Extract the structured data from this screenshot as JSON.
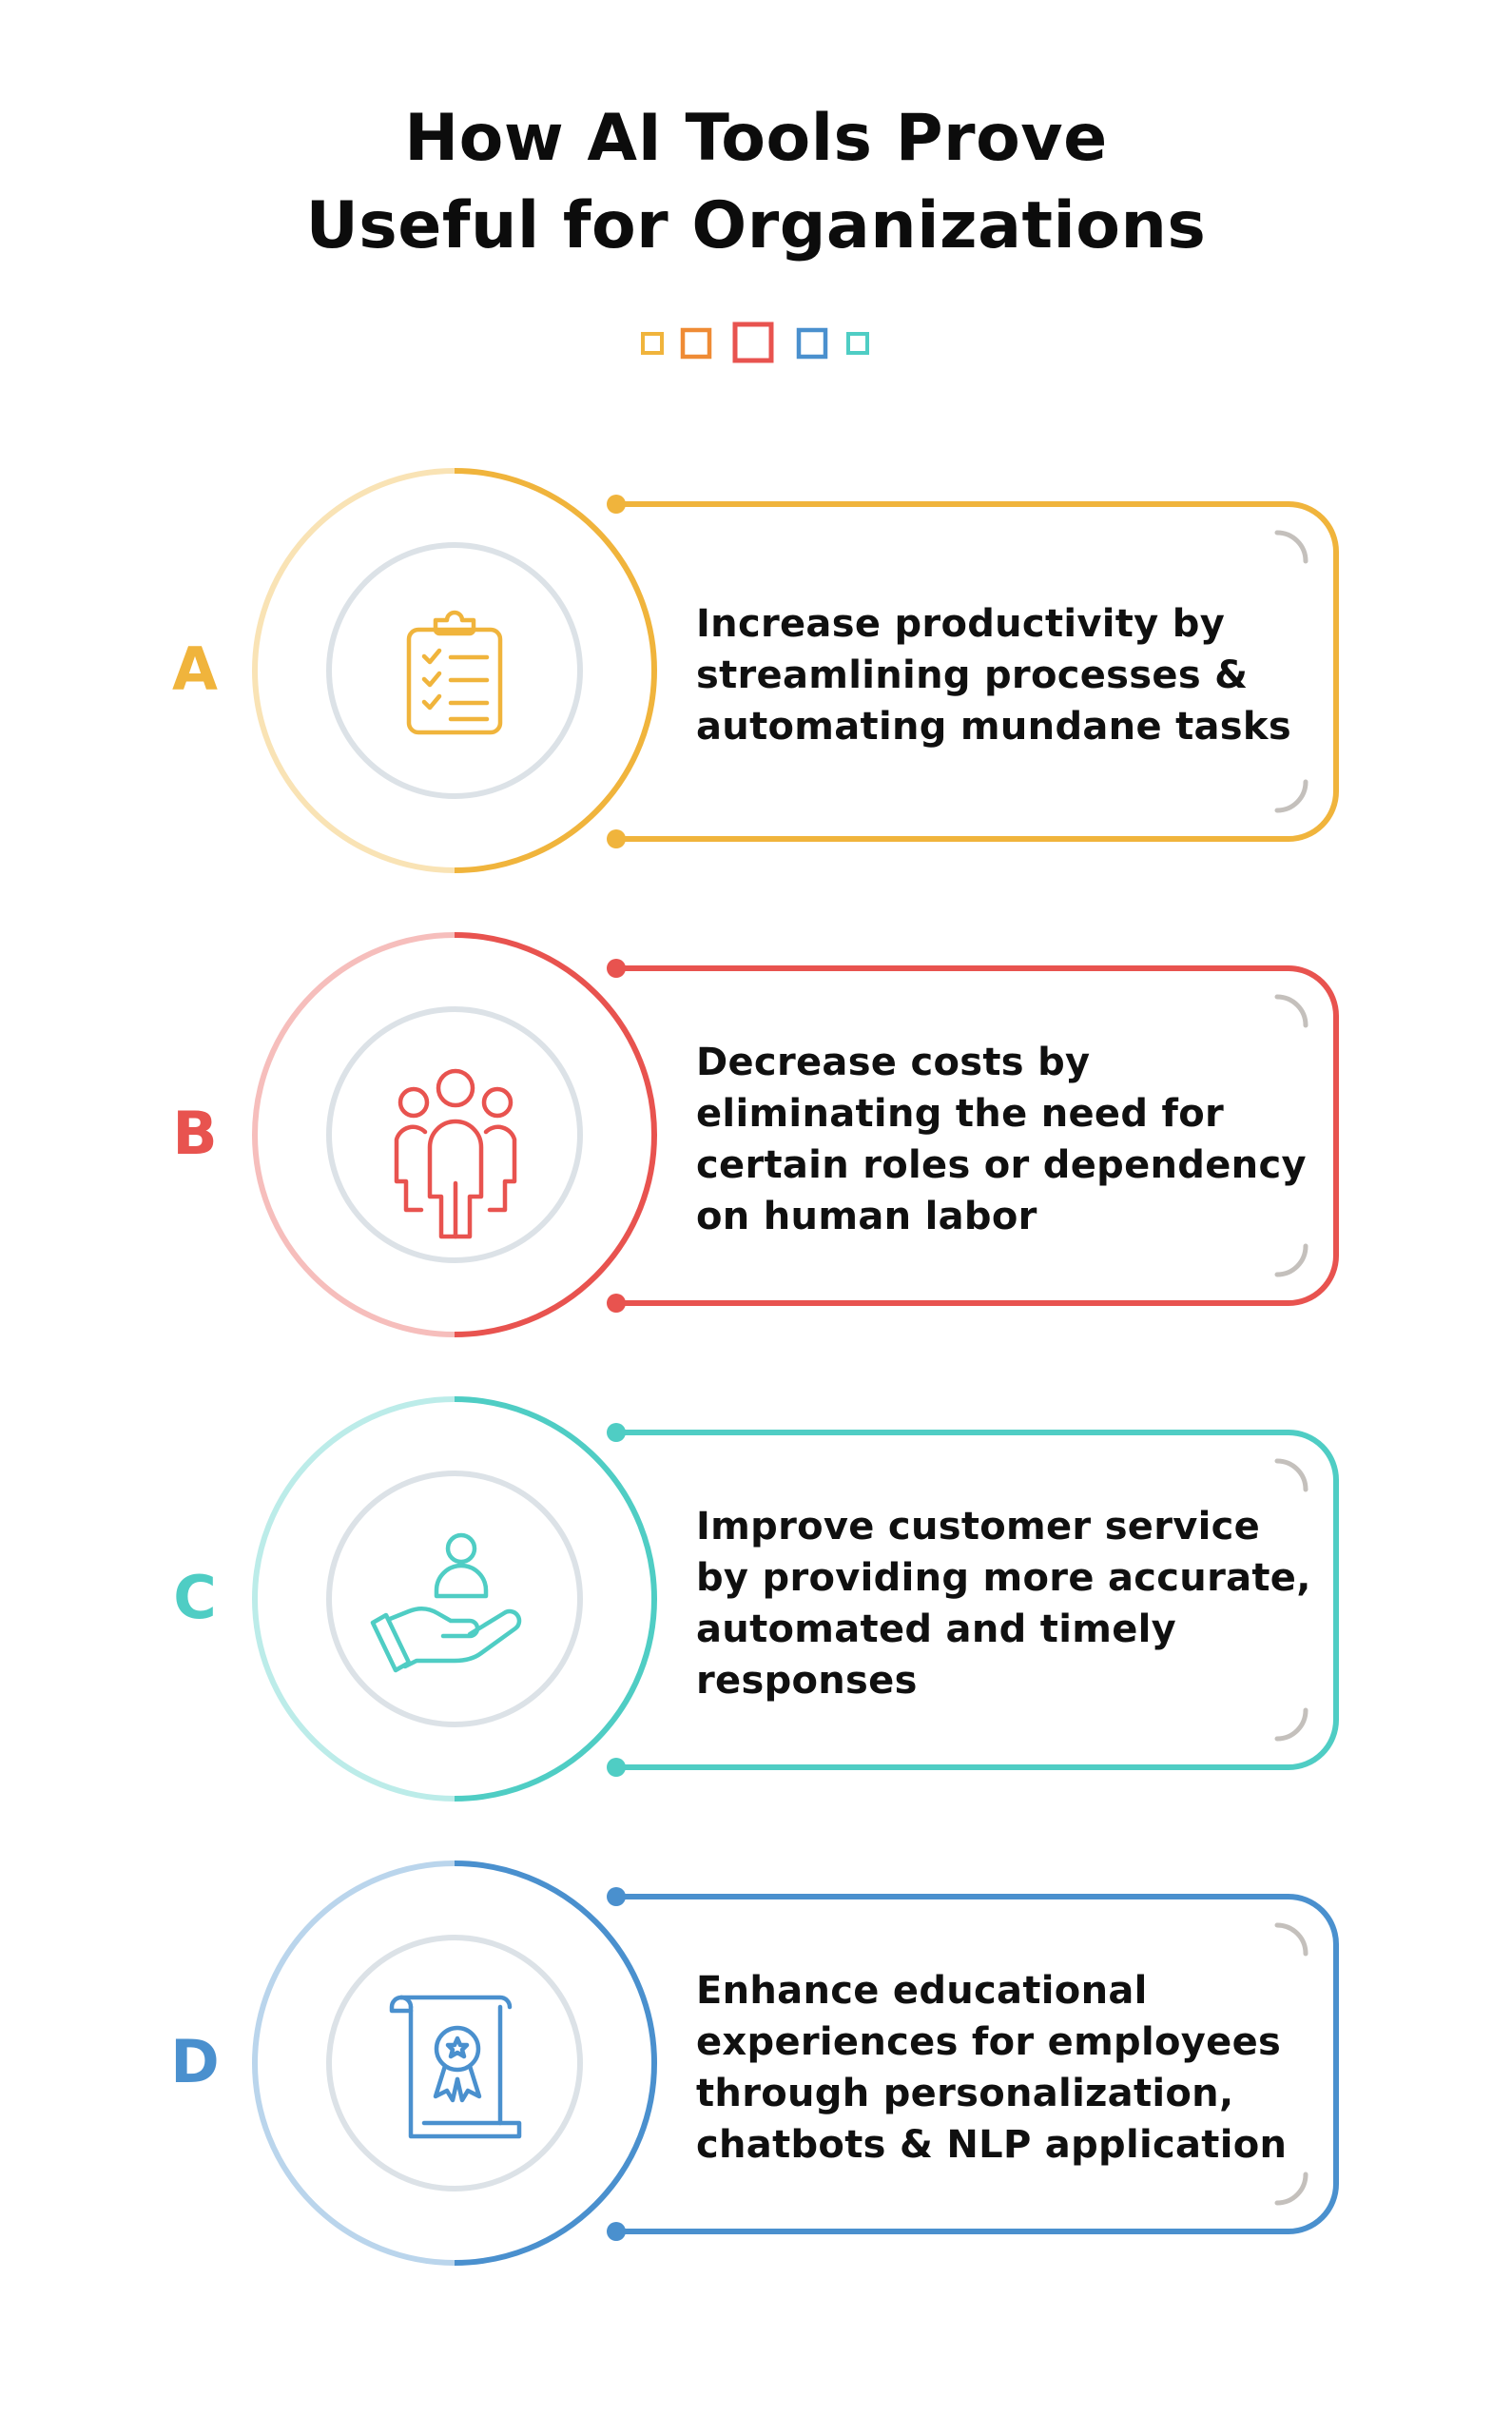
{
  "title": {
    "line1": "How AI Tools Prove",
    "line2": "Useful for Organizations"
  },
  "colors": {
    "a": "#F0B43C",
    "b": "#E8534F",
    "c": "#4FCDC4",
    "d": "#4A90CE",
    "inner_ring": "#DCE2E7",
    "bracket": "#C4C0BC",
    "decor": [
      "#F0B43C",
      "#EF8B35",
      "#E8534F",
      "#4A90CE",
      "#4FCDC4"
    ]
  },
  "items": [
    {
      "letter": "A",
      "icon": "clipboard-checklist-icon",
      "lines": [
        "Increase productivity by",
        "streamlining processes &",
        "automating mundane tasks"
      ]
    },
    {
      "letter": "B",
      "icon": "team-people-icon",
      "lines": [
        "Decrease costs by",
        "eliminating the need for",
        "certain roles or dependency",
        "on human labor"
      ]
    },
    {
      "letter": "C",
      "icon": "customer-care-hand-icon",
      "lines": [
        "Improve customer service",
        "by providing more accurate,",
        "automated and timely",
        "responses"
      ]
    },
    {
      "letter": "D",
      "icon": "certificate-scroll-icon",
      "lines": [
        "Enhance educational",
        "experiences for employees",
        "through personalization,",
        "chatbots & NLP application"
      ]
    }
  ]
}
